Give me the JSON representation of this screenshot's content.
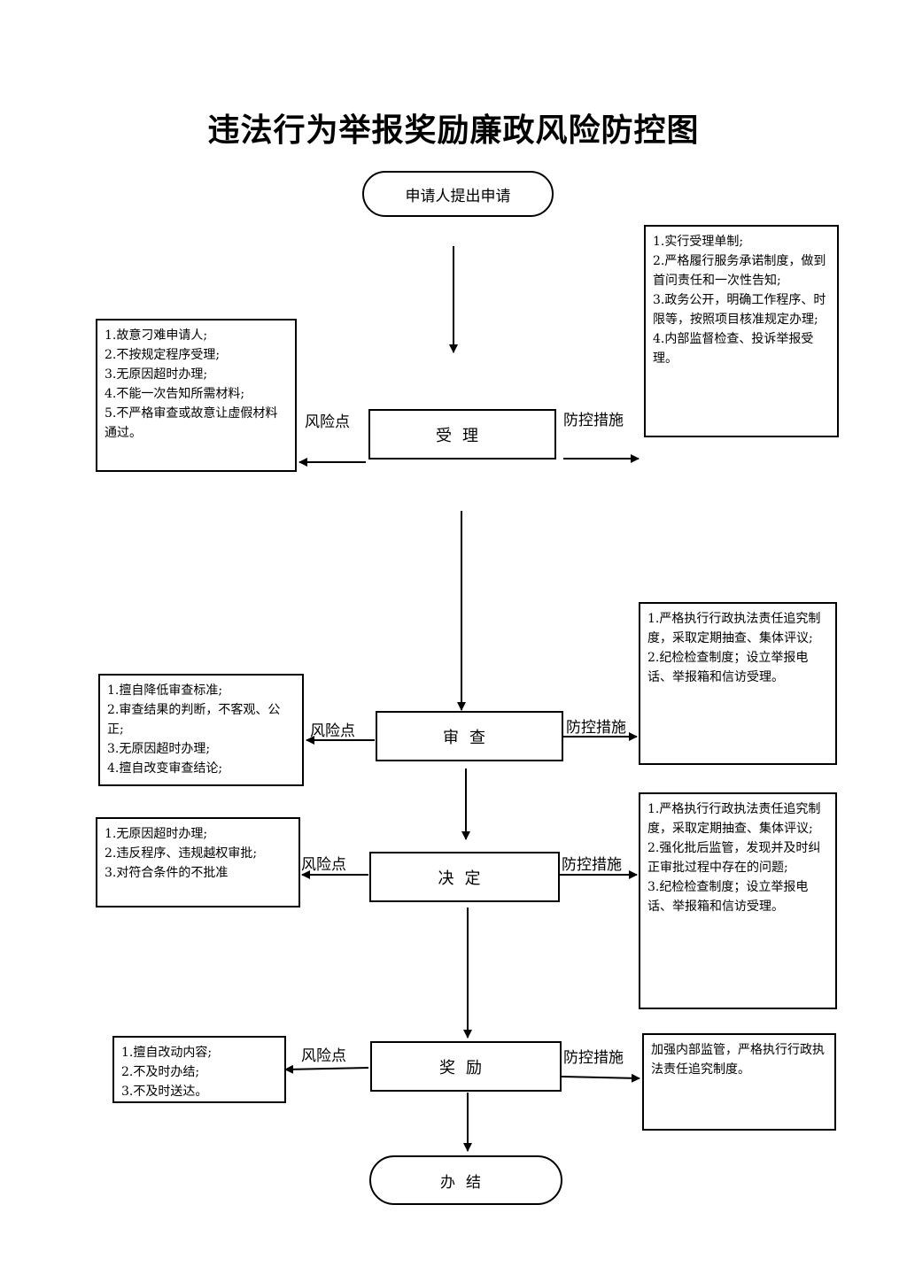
{
  "title": "违法行为举报奖励廉政风险防控图",
  "start": "申请人提出申请",
  "end": "办结",
  "risk_label": "风险点",
  "measure_label": "防控措施",
  "steps": [
    {
      "name": "受理",
      "risks": [
        "1.故意刁难申请人;",
        "2.不按规定程序受理;",
        "3.无原因超时办理;",
        "4.不能一次告知所需材料;",
        "5.不严格审查或故意让虚假材料通过。"
      ],
      "measures": [
        "1.实行受理单制;",
        "2.严格履行服务承诺制度，做到首问责任和一次性告知;",
        "3.政务公开，明确工作程序、时限等，按照项目核准规定办理;",
        "4.内部监督检查、投诉举报受理。"
      ]
    },
    {
      "name": "审查",
      "risks": [
        "1.擅自降低审查标准;",
        "2.审查结果的判断，不客观、公正;",
        "3.无原因超时办理;",
        "4.擅自改变审查结论;"
      ],
      "measures": [
        "1.严格执行行政执法责任追究制度，采取定期抽查、集体评议;",
        "2.纪检检查制度；设立举报电话、举报箱和信访受理。"
      ]
    },
    {
      "name": "决定",
      "risks": [
        "1.无原因超时办理;",
        "2.违反程序、违规越权审批;",
        "3.对符合条件的不批准"
      ],
      "measures": [
        "1.严格执行行政执法责任追究制度，采取定期抽查、集体评议;",
        "2.强化批后监管，发现并及时纠正审批过程中存在的问题;",
        "3.纪检检查制度；设立举报电话、举报箱和信访受理。"
      ]
    },
    {
      "name": "奖励",
      "risks": [
        "1.擅自改动内容;",
        "2.不及时办结;",
        "3.不及时送达。"
      ],
      "measures": [
        "加强内部监管，严格执行行政执法责任追究制度。"
      ]
    }
  ]
}
